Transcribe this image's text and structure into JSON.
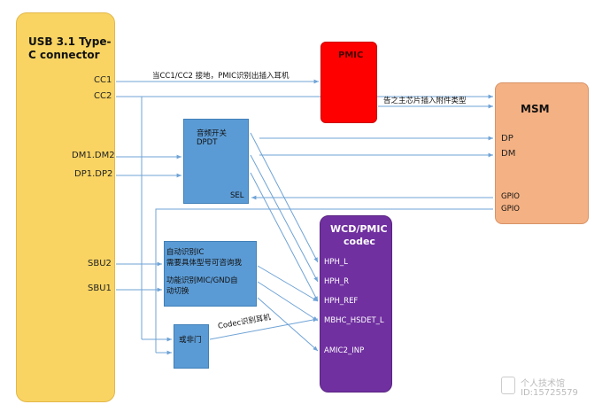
{
  "usb": {
    "title_line1": "USB 3.1 Type-",
    "title_line2": "C connector",
    "pins": [
      "CC1",
      "CC2",
      "DM1.DM2",
      "DP1.DP2",
      "SBU2",
      "SBU1"
    ]
  },
  "pmic": {
    "title": "PMIC"
  },
  "msm": {
    "title": "MSM",
    "dp": "DP",
    "dm": "DM",
    "gpio1": "GPIO",
    "gpio2": "GPIO"
  },
  "dpdt": {
    "line1": "音频开关",
    "line2": "DPDT",
    "sel": "SEL"
  },
  "wcd": {
    "title_line1": "WCD/PMIC",
    "title_line2": "codec",
    "pins": [
      "HPH_L",
      "HPH_R",
      "HPH_REF",
      "MBHC_HSDET_L",
      "AMIC2_INP"
    ]
  },
  "autodet": {
    "line1": "自动识别IC",
    "line2": "需要具体型号可咨询我",
    "line3": "功能识别MIC/GND自",
    "line4": "动切换"
  },
  "norgate": {
    "label": "或非门"
  },
  "annotations": {
    "cc_note": "当CC1/CC2 接地，PMIC识别出插入耳机",
    "msm_note": "告之主芯片插入附件类型",
    "codec_note": "Codec识别耳机"
  },
  "watermark": {
    "line1": "个人技术馆",
    "line2": "ID:15725579"
  },
  "colors": {
    "wire": "#5b9bd5",
    "usb": "#f9d462",
    "pmic": "#ff0000",
    "msm": "#f4b183",
    "switch": "#5b9bd5",
    "codec": "#7030a0"
  }
}
